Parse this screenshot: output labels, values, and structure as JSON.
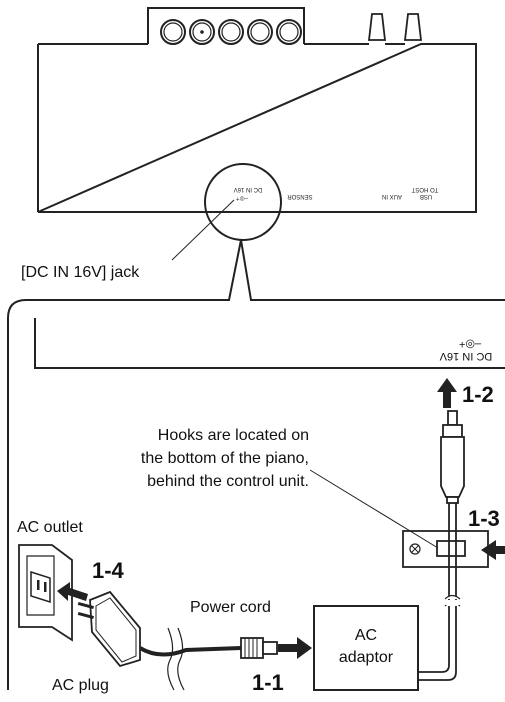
{
  "labels": {
    "dc_jack": "[DC IN 16V] jack",
    "hooks_line1": "Hooks are located on",
    "hooks_line2": "the bottom of the piano,",
    "hooks_line3": "behind the control unit.",
    "ac_outlet": "AC outlet",
    "power_cord": "Power cord",
    "ac_plug": "AC plug",
    "ac_adaptor_line1": "AC",
    "ac_adaptor_line2": "adaptor"
  },
  "steps": {
    "s1_1": "1-1",
    "s1_2": "1-2",
    "s1_3": "1-3",
    "s1_4": "1-4"
  },
  "panel_text": {
    "dc_in": "DC IN 16V",
    "dc_in_small": "DC IN 16V",
    "sensor": "SENSOR",
    "aux_in": "AUX IN",
    "usb": "USB",
    "to_host": "TO HOST",
    "polarity": "–◎+"
  }
}
